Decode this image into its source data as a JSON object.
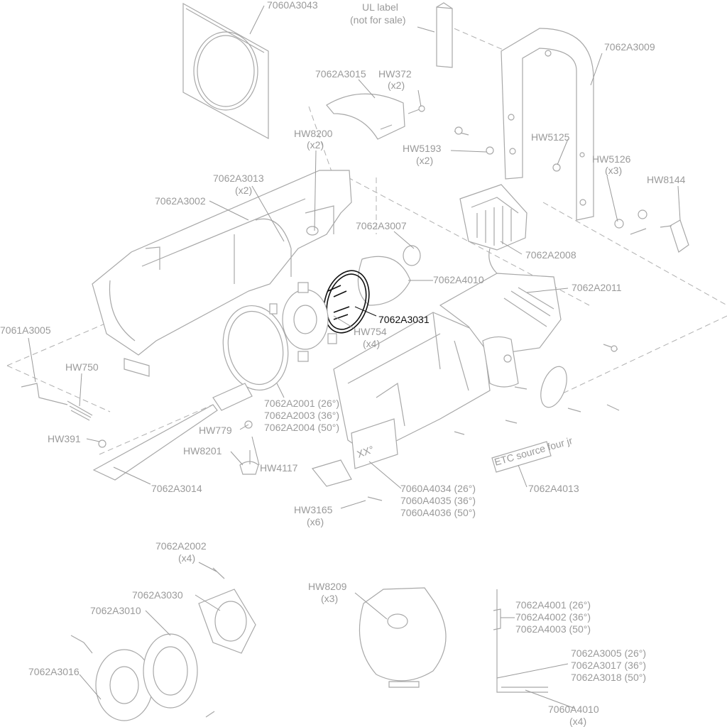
{
  "labels": {
    "p7060A3043": "7060A3043",
    "ul1": "UL label",
    "ul2": "(not for sale)",
    "p7062A3009": "7062A3009",
    "p7062A3015": "7062A3015",
    "hw372": "HW372",
    "hw372q": "(x2)",
    "hw8200": "HW8200",
    "hw8200q": "(x2)",
    "hw5193": "HW5193",
    "hw5193q": "(x2)",
    "hw5125": "HW5125",
    "hw5126": "HW5126",
    "hw5126q": "(x3)",
    "hw8144": "HW8144",
    "p7062A3013": "7062A3013",
    "p7062A3013q": "(x2)",
    "p7062A3002": "7062A3002",
    "p7062A3007": "7062A3007",
    "p7062A2008": "7062A2008",
    "p7062A4010": "7062A4010",
    "p7062A2011": "7062A2011",
    "p7062A3031": "7062A3031",
    "hw754": "HW754",
    "hw754q": "(x4)",
    "p7061A3005": "7061A3005",
    "hw750": "HW750",
    "p7062A2001": "7062A2001 (26°)",
    "p7062A2003": "7062A2003 (36°)",
    "p7062A2004": "7062A2004 (50°)",
    "hw391": "HW391",
    "hw779": "HW779",
    "hw8201": "HW8201",
    "hw4117": "HW4117",
    "p7062A3014": "7062A3014",
    "p7060A4034": "7060A4034 (26°)",
    "p7060A4035": "7060A4035 (36°)",
    "p7060A4036": "7060A4036 (50°)",
    "p7062A4013": "7062A4013",
    "hw3165": "HW3165",
    "hw3165q": "(x6)",
    "p7062A2002": "7062A2002",
    "p7062A2002q": "(x4)",
    "p7062A3030": "7062A3030",
    "p7062A3010": "7062A3010",
    "p7062A3016": "7062A3016",
    "hw8209": "HW8209",
    "hw8209q": "(x3)",
    "p7062A4001": "7062A4001 (26°)",
    "p7062A4002": "7062A4002 (36°)",
    "p7062A4003": "7062A4003 (50°)",
    "p7062A3005": "7062A3005 (26°)",
    "p7062A3017": "7062A3017 (36°)",
    "p7062A3018": "7062A3018 (50°)",
    "p7060A4010": "7060A4010",
    "p7060A4010q": "(x4)",
    "barrelMark": "XX°",
    "plateText": "ETC source four jr"
  },
  "colors": {
    "label": "#9a9a9a",
    "part_outline": "#a8a8a8",
    "highlight": "#111111"
  }
}
